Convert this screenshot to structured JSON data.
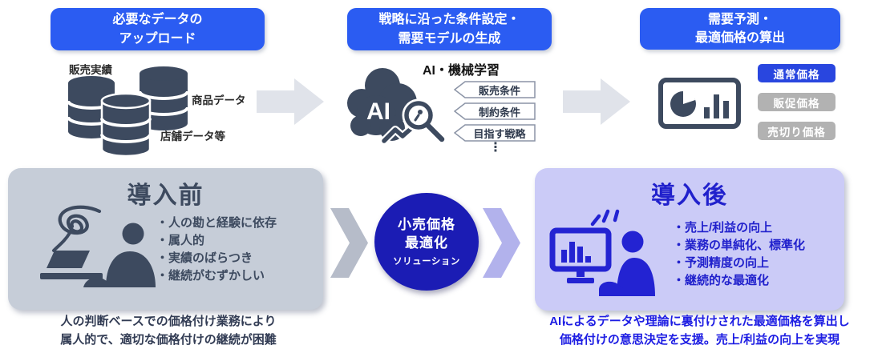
{
  "top": {
    "step1": {
      "title": "必要なデータの\nアップロード",
      "db_labels": [
        "販売実績",
        "商品データ",
        "店舗データ等"
      ]
    },
    "step2": {
      "title": "戦略に沿った条件設定・\n需要モデルの生成",
      "subtitle": "AI・機械学習",
      "ai_label": "AI",
      "tags": [
        "販売条件",
        "制約条件",
        "目指す戦略"
      ],
      "ellipsis": "⋮"
    },
    "step3": {
      "title": "需要予測・\n最適価格の算出",
      "price_tags": [
        {
          "label": "通常価格",
          "state": "active"
        },
        {
          "label": "販促価格",
          "state": "inactive"
        },
        {
          "label": "売切り価格",
          "state": "inactive"
        }
      ]
    }
  },
  "bottom": {
    "before": {
      "title": "導入前",
      "bullets": [
        "・人の勘と経験に依存",
        "・属人的",
        "・実績のばらつき",
        "・継続がむずかしい"
      ],
      "caption": "人の判断ベースでの価格付け業務により\n属人的で、適切な価格付けの継続が困難"
    },
    "solution": {
      "line1": "小売価格",
      "line2": "最適化",
      "line3": "ソリューション"
    },
    "after": {
      "title": "導入後",
      "bullets": [
        "・売上/利益の向上",
        "・業務の単純化、標準化",
        "・予測精度の向上",
        "・継続的な最適化"
      ],
      "caption": "AIによるデータや理論に裏付けされた最適価格を算出し\n価格付けの意思決定を支援。売上/利益の向上を実現"
    }
  },
  "colors": {
    "header_blue": "#2b5cf2",
    "slate_icon": "#3d4a5f",
    "price_tag_active": "#2946df",
    "price_tag_gray": "#b2b2b2",
    "before_bg": "#c6cdd8",
    "after_bg": "#cbcbf7",
    "after_text": "#2121cc",
    "solution_circle": "#1b1cb4",
    "chevron_gray": "#b6bcc9",
    "chevron_purple": "#b2b2ec",
    "arrow_gray": "#e0e3ea",
    "before_caption": "#323c54",
    "after_caption": "#1d1de3"
  }
}
